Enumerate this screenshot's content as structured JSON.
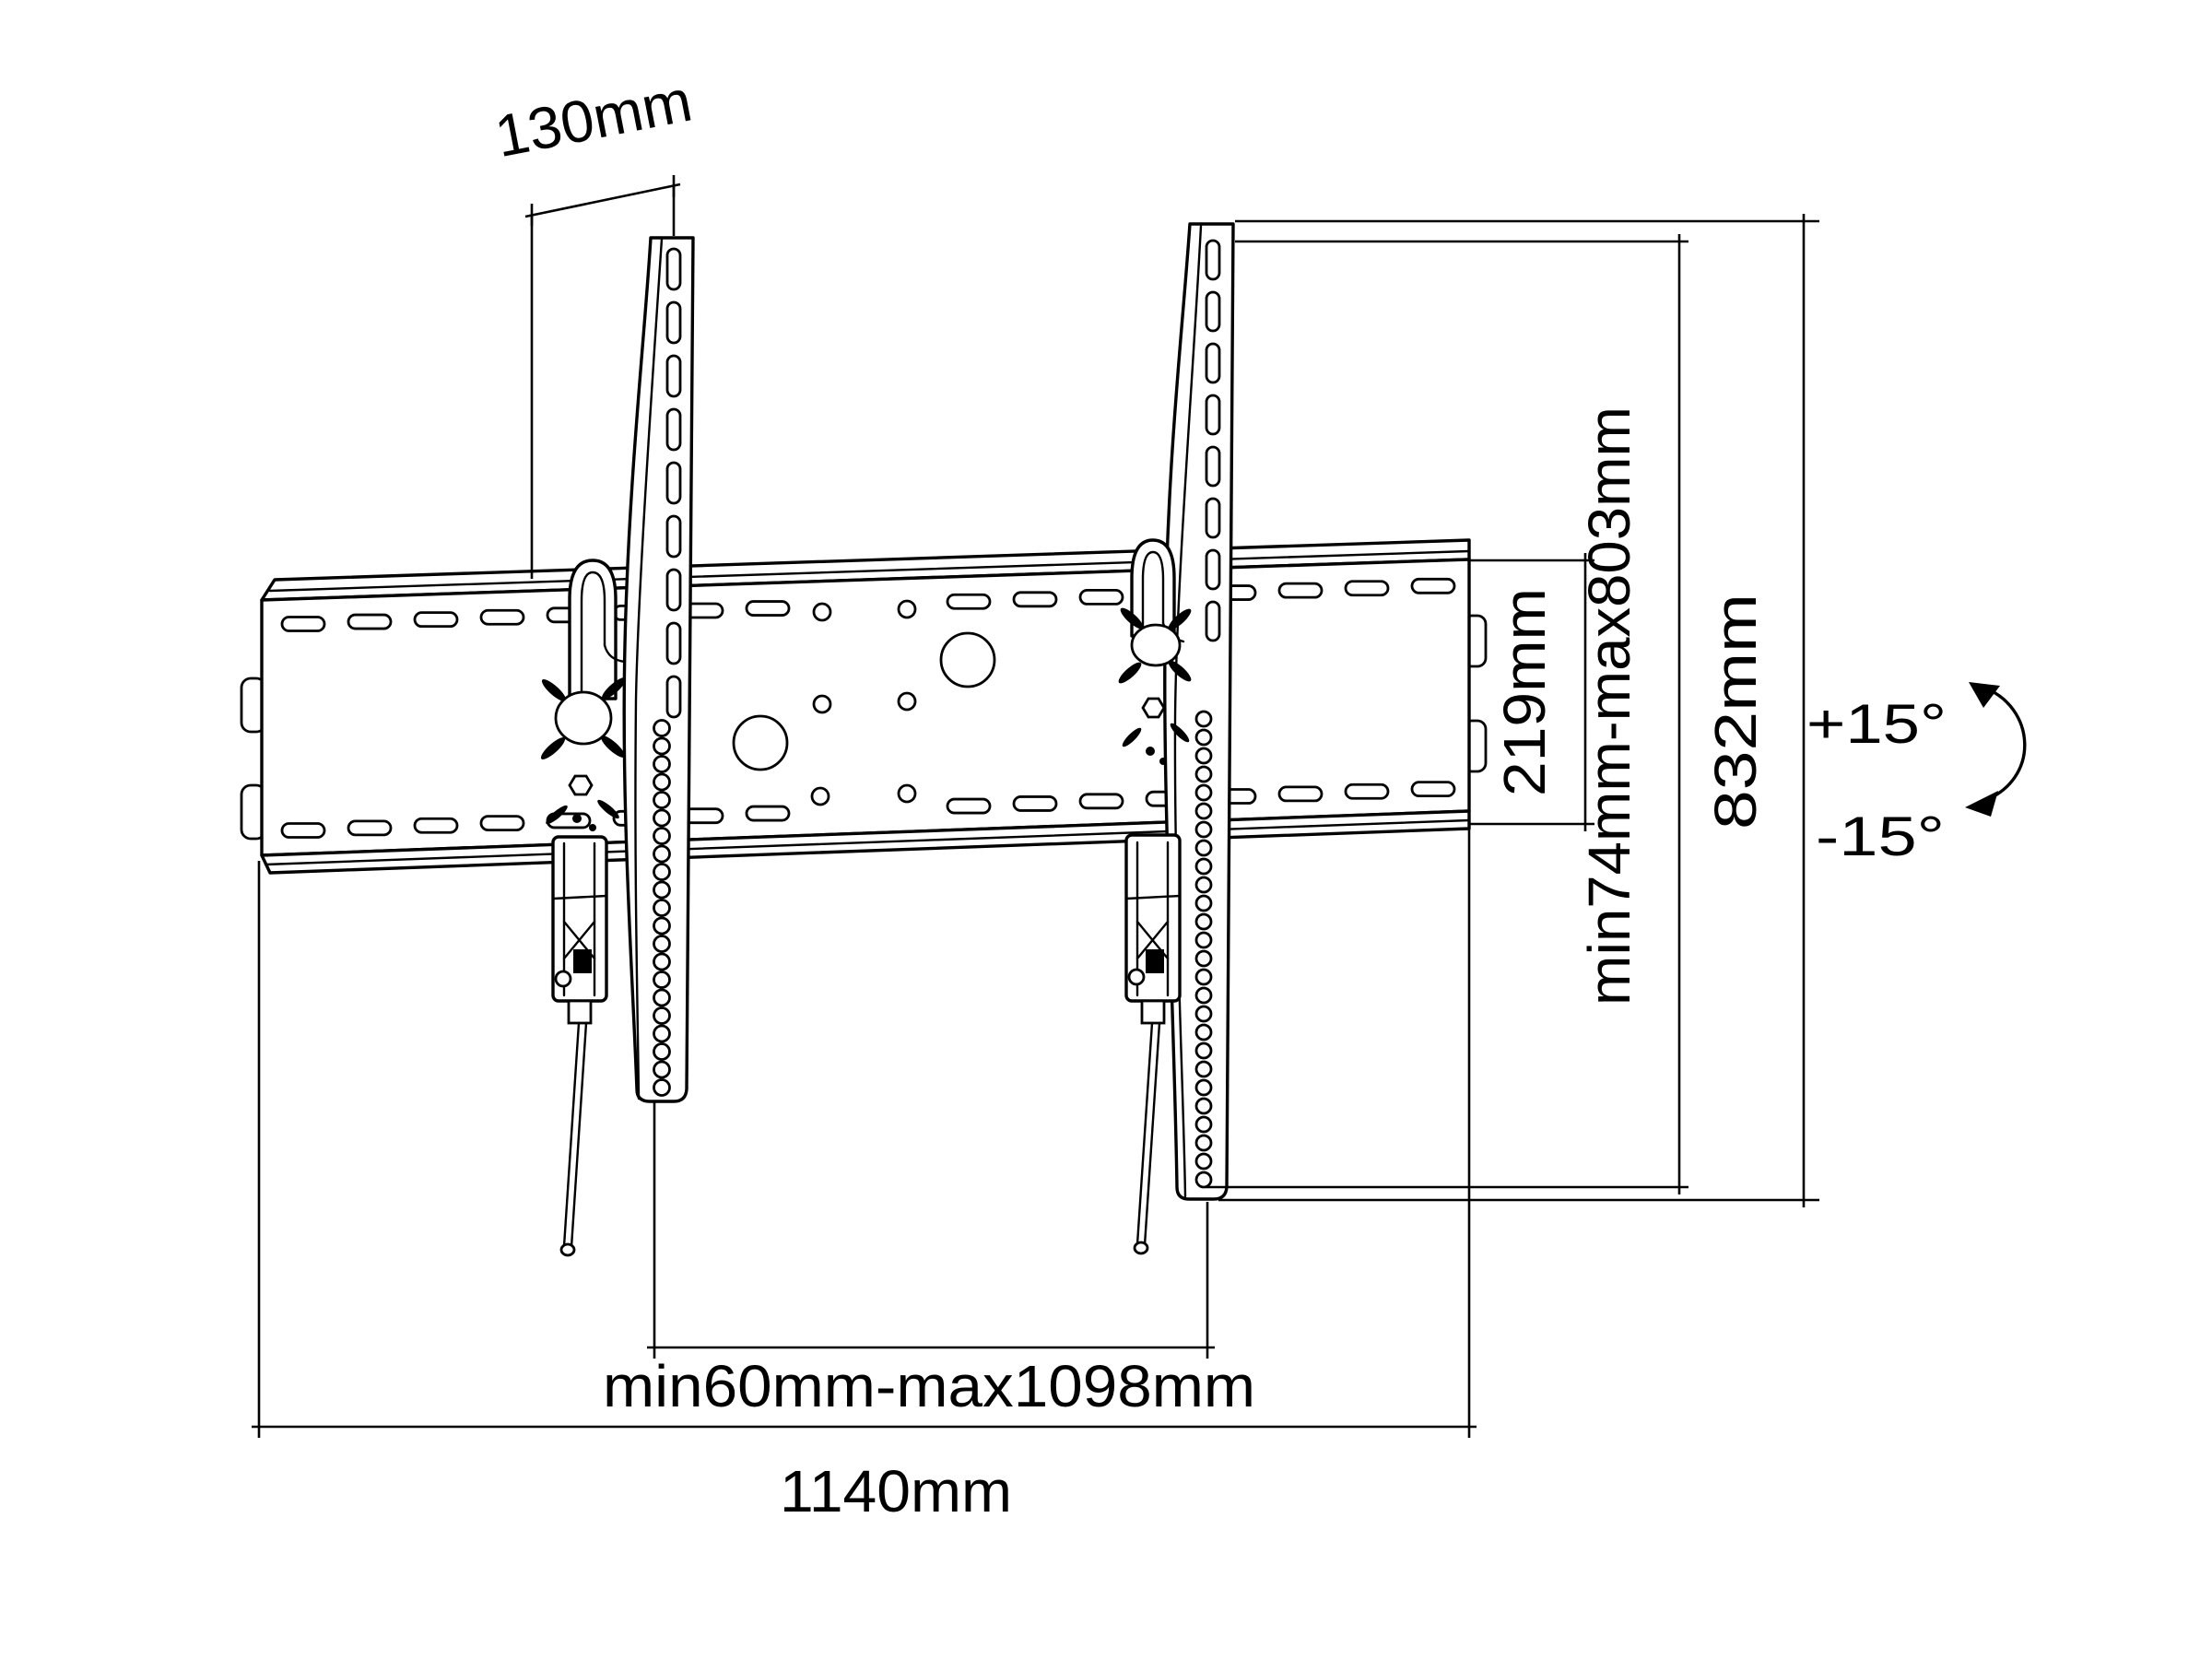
{
  "diagram": {
    "title": "tilting-tv-wall-mount-dimension-drawing",
    "background_color": "#ffffff",
    "line_color": "#000000",
    "labels": {
      "offset_130": "130mm",
      "plate_height_219": "219mm",
      "height_range": "min74mm-max803mm",
      "total_height_832": "832mm",
      "width_range": "min60mm-max1098mm",
      "plate_width_1140": "1140mm",
      "tilt_up": "+15°",
      "tilt_down": "-15°"
    }
  }
}
